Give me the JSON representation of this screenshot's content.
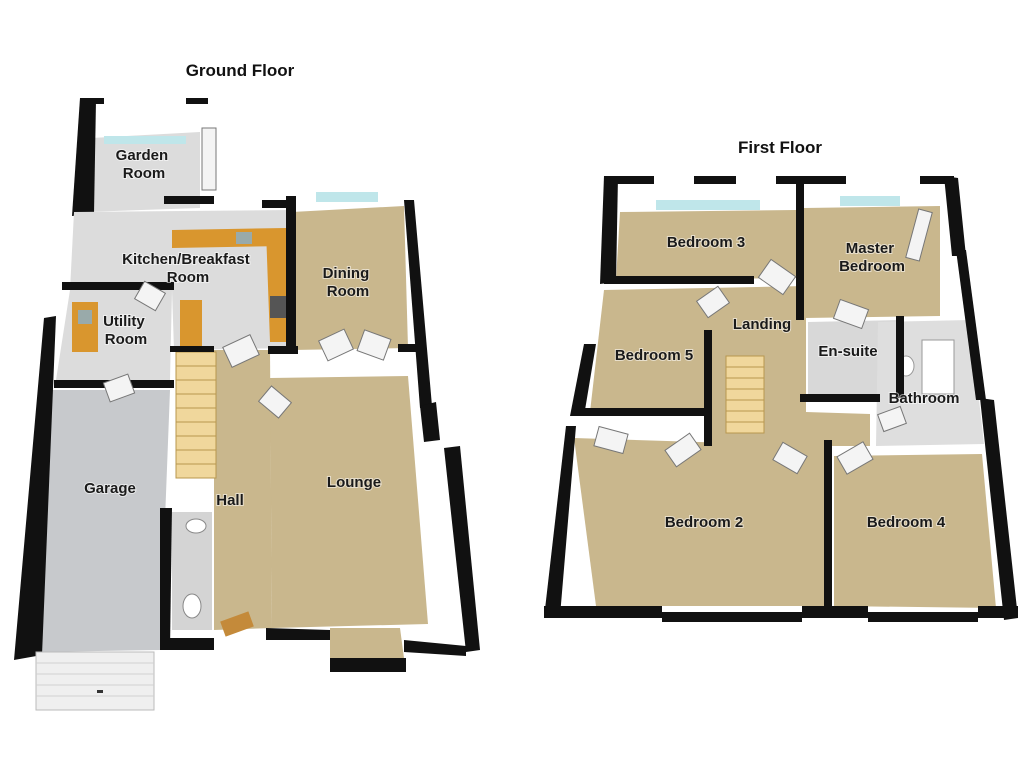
{
  "floors": [
    {
      "title": "Ground Floor",
      "rooms": [
        {
          "id": "garden-room",
          "lines": [
            "Garden",
            "Room"
          ]
        },
        {
          "id": "kitchen-breakfast-room",
          "lines": [
            "Kitchen/Breakfast",
            "Room"
          ]
        },
        {
          "id": "dining-room",
          "lines": [
            "Dining",
            "Room"
          ]
        },
        {
          "id": "utility-room",
          "lines": [
            "Utility",
            "Room"
          ]
        },
        {
          "id": "garage",
          "lines": [
            "Garage"
          ]
        },
        {
          "id": "hall",
          "lines": [
            "Hall"
          ]
        },
        {
          "id": "lounge",
          "lines": [
            "Lounge"
          ]
        }
      ]
    },
    {
      "title": "First Floor",
      "rooms": [
        {
          "id": "bedroom-3",
          "lines": [
            "Bedroom 3"
          ]
        },
        {
          "id": "master-bedroom",
          "lines": [
            "Master",
            "Bedroom"
          ]
        },
        {
          "id": "landing",
          "lines": [
            "Landing"
          ]
        },
        {
          "id": "bedroom-5",
          "lines": [
            "Bedroom 5"
          ]
        },
        {
          "id": "en-suite",
          "lines": [
            "En-suite"
          ]
        },
        {
          "id": "bathroom",
          "lines": [
            "Bathroom"
          ]
        },
        {
          "id": "bedroom-2",
          "lines": [
            "Bedroom 2"
          ]
        },
        {
          "id": "bedroom-4",
          "lines": [
            "Bedroom 4"
          ]
        }
      ]
    }
  ],
  "colors": {
    "carpet": "#c9b78d",
    "tile": "#dcdcdc",
    "garage_floor": "#c7c9cc",
    "wall": "#111111",
    "window": "#bfe6ea",
    "kitchen_counter": "#d9962e"
  }
}
